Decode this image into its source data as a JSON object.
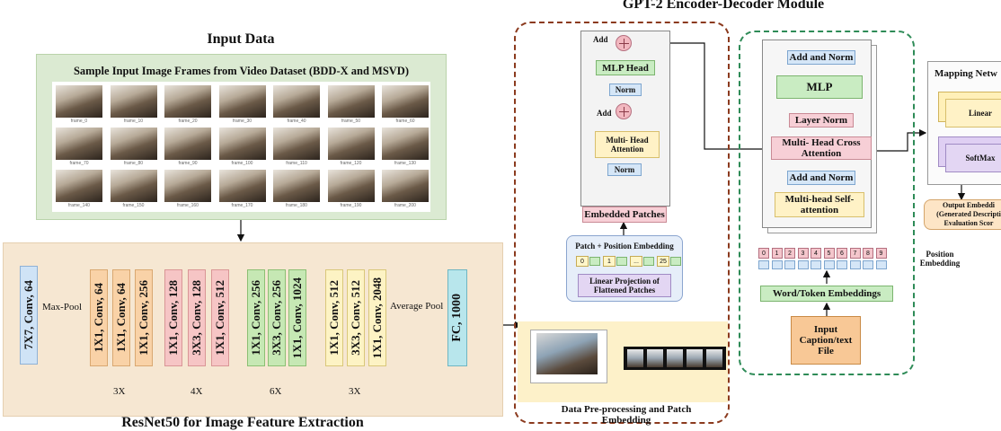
{
  "input_data": {
    "title": "Input Data",
    "panel_title": "Sample Input Image Frames from Video Dataset (BDD-X and MSVD)",
    "frame_labels": [
      "frame_0",
      "frame_10",
      "frame_20",
      "frame_30",
      "frame_40",
      "frame_50",
      "frame_60",
      "frame_70",
      "frame_80",
      "frame_90",
      "frame_100",
      "frame_110",
      "frame_120",
      "frame_130",
      "frame_140",
      "frame_150",
      "frame_160",
      "frame_170",
      "frame_180",
      "frame_190",
      "frame_200"
    ]
  },
  "resnet": {
    "title": "ResNet50 for Image Feature Extraction",
    "first_conv": "7X7, Conv, 64",
    "maxpool": "Max-Pool",
    "stages": [
      {
        "layers": [
          "1X1, Conv, 64",
          "1X1, Conv, 64",
          "1X1, Conv, 256"
        ],
        "repeat": "3X"
      },
      {
        "layers": [
          "1X1, Conv, 128",
          "3X3, Conv, 128",
          "1X1, Conv, 512"
        ],
        "repeat": "4X"
      },
      {
        "layers": [
          "1X1, Conv, 256",
          "3X3, Conv, 256",
          "1X1, Conv, 1024"
        ],
        "repeat": "6X"
      },
      {
        "layers": [
          "1X1, Conv, 512",
          "3X3, Conv, 512",
          "1X1, Conv, 2048"
        ],
        "repeat": "3X"
      }
    ],
    "avgpool": "Average Pool",
    "fc": "FC, 1000"
  },
  "gpt2": {
    "title": "GPT-2 Encoder-Decoder Module",
    "encoder": {
      "add_top": "Add",
      "mlp_head": "MLP Head",
      "norm_top": "Norm",
      "add_mid": "Add",
      "mha": "Multi- Head Attention",
      "norm_bottom": "Norm",
      "embedded_patches": "Embedded Patches",
      "patch_pos_title": "Patch + Position Embedding",
      "pos_tokens": [
        "0",
        "1",
        "...",
        "25"
      ],
      "linear_projection": "Linear Projection of Flattened Patches",
      "preprocess_label": "Data Pre-processing and Patch Embedding"
    },
    "decoder": {
      "add_norm_top": "Add and Norm",
      "mlp": "MLP",
      "layer_norm": "Layer Norm",
      "cross_attention": "Multi- Head Cross Attention",
      "add_norm_bottom": "Add and Norm",
      "self_attention": "Multi-head Self-attention",
      "position_tokens": [
        "0",
        "1",
        "2",
        "3",
        "4",
        "5",
        "6",
        "7",
        "8",
        "9"
      ],
      "position_label": "Position Embedding",
      "word_embeddings": "Word/Token Embeddings",
      "input_caption": "Input Caption/text File"
    }
  },
  "mapping": {
    "title": "Mapping Netw",
    "linear": "Linear",
    "softmax": "SoftMax",
    "output": "Output Embeddi (Generated Descripti Evaluation Scor"
  }
}
